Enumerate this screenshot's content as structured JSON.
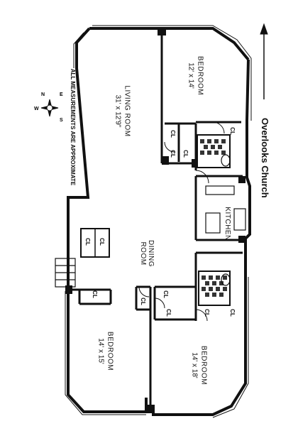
{
  "rooms": {
    "bedroom_top": {
      "name": "BEDROOM",
      "dims": "12' x 14'"
    },
    "living_room": {
      "name": "LIVING ROOM",
      "dims": "31' x 12'9\""
    },
    "kitchen": {
      "name": "KITCHEN"
    },
    "dining_room": {
      "name": "DINING ROOM",
      "line1": "DINING",
      "line2": "ROOM"
    },
    "bedroom_bottom_left": {
      "name": "BEDROOM",
      "dims": "14' x 15'"
    },
    "bedroom_bottom_right": {
      "name": "BEDROOM",
      "dims": "14' x 18'"
    }
  },
  "closet_label": "CL",
  "note": "ALL MEASUREMENTS ARE APPROXIMATE",
  "view_label": "Overlooks Church",
  "compass": {
    "n": "N",
    "s": "S",
    "e": "E",
    "w": "W"
  },
  "colors": {
    "ink": "#111111",
    "paper": "#ffffff"
  }
}
